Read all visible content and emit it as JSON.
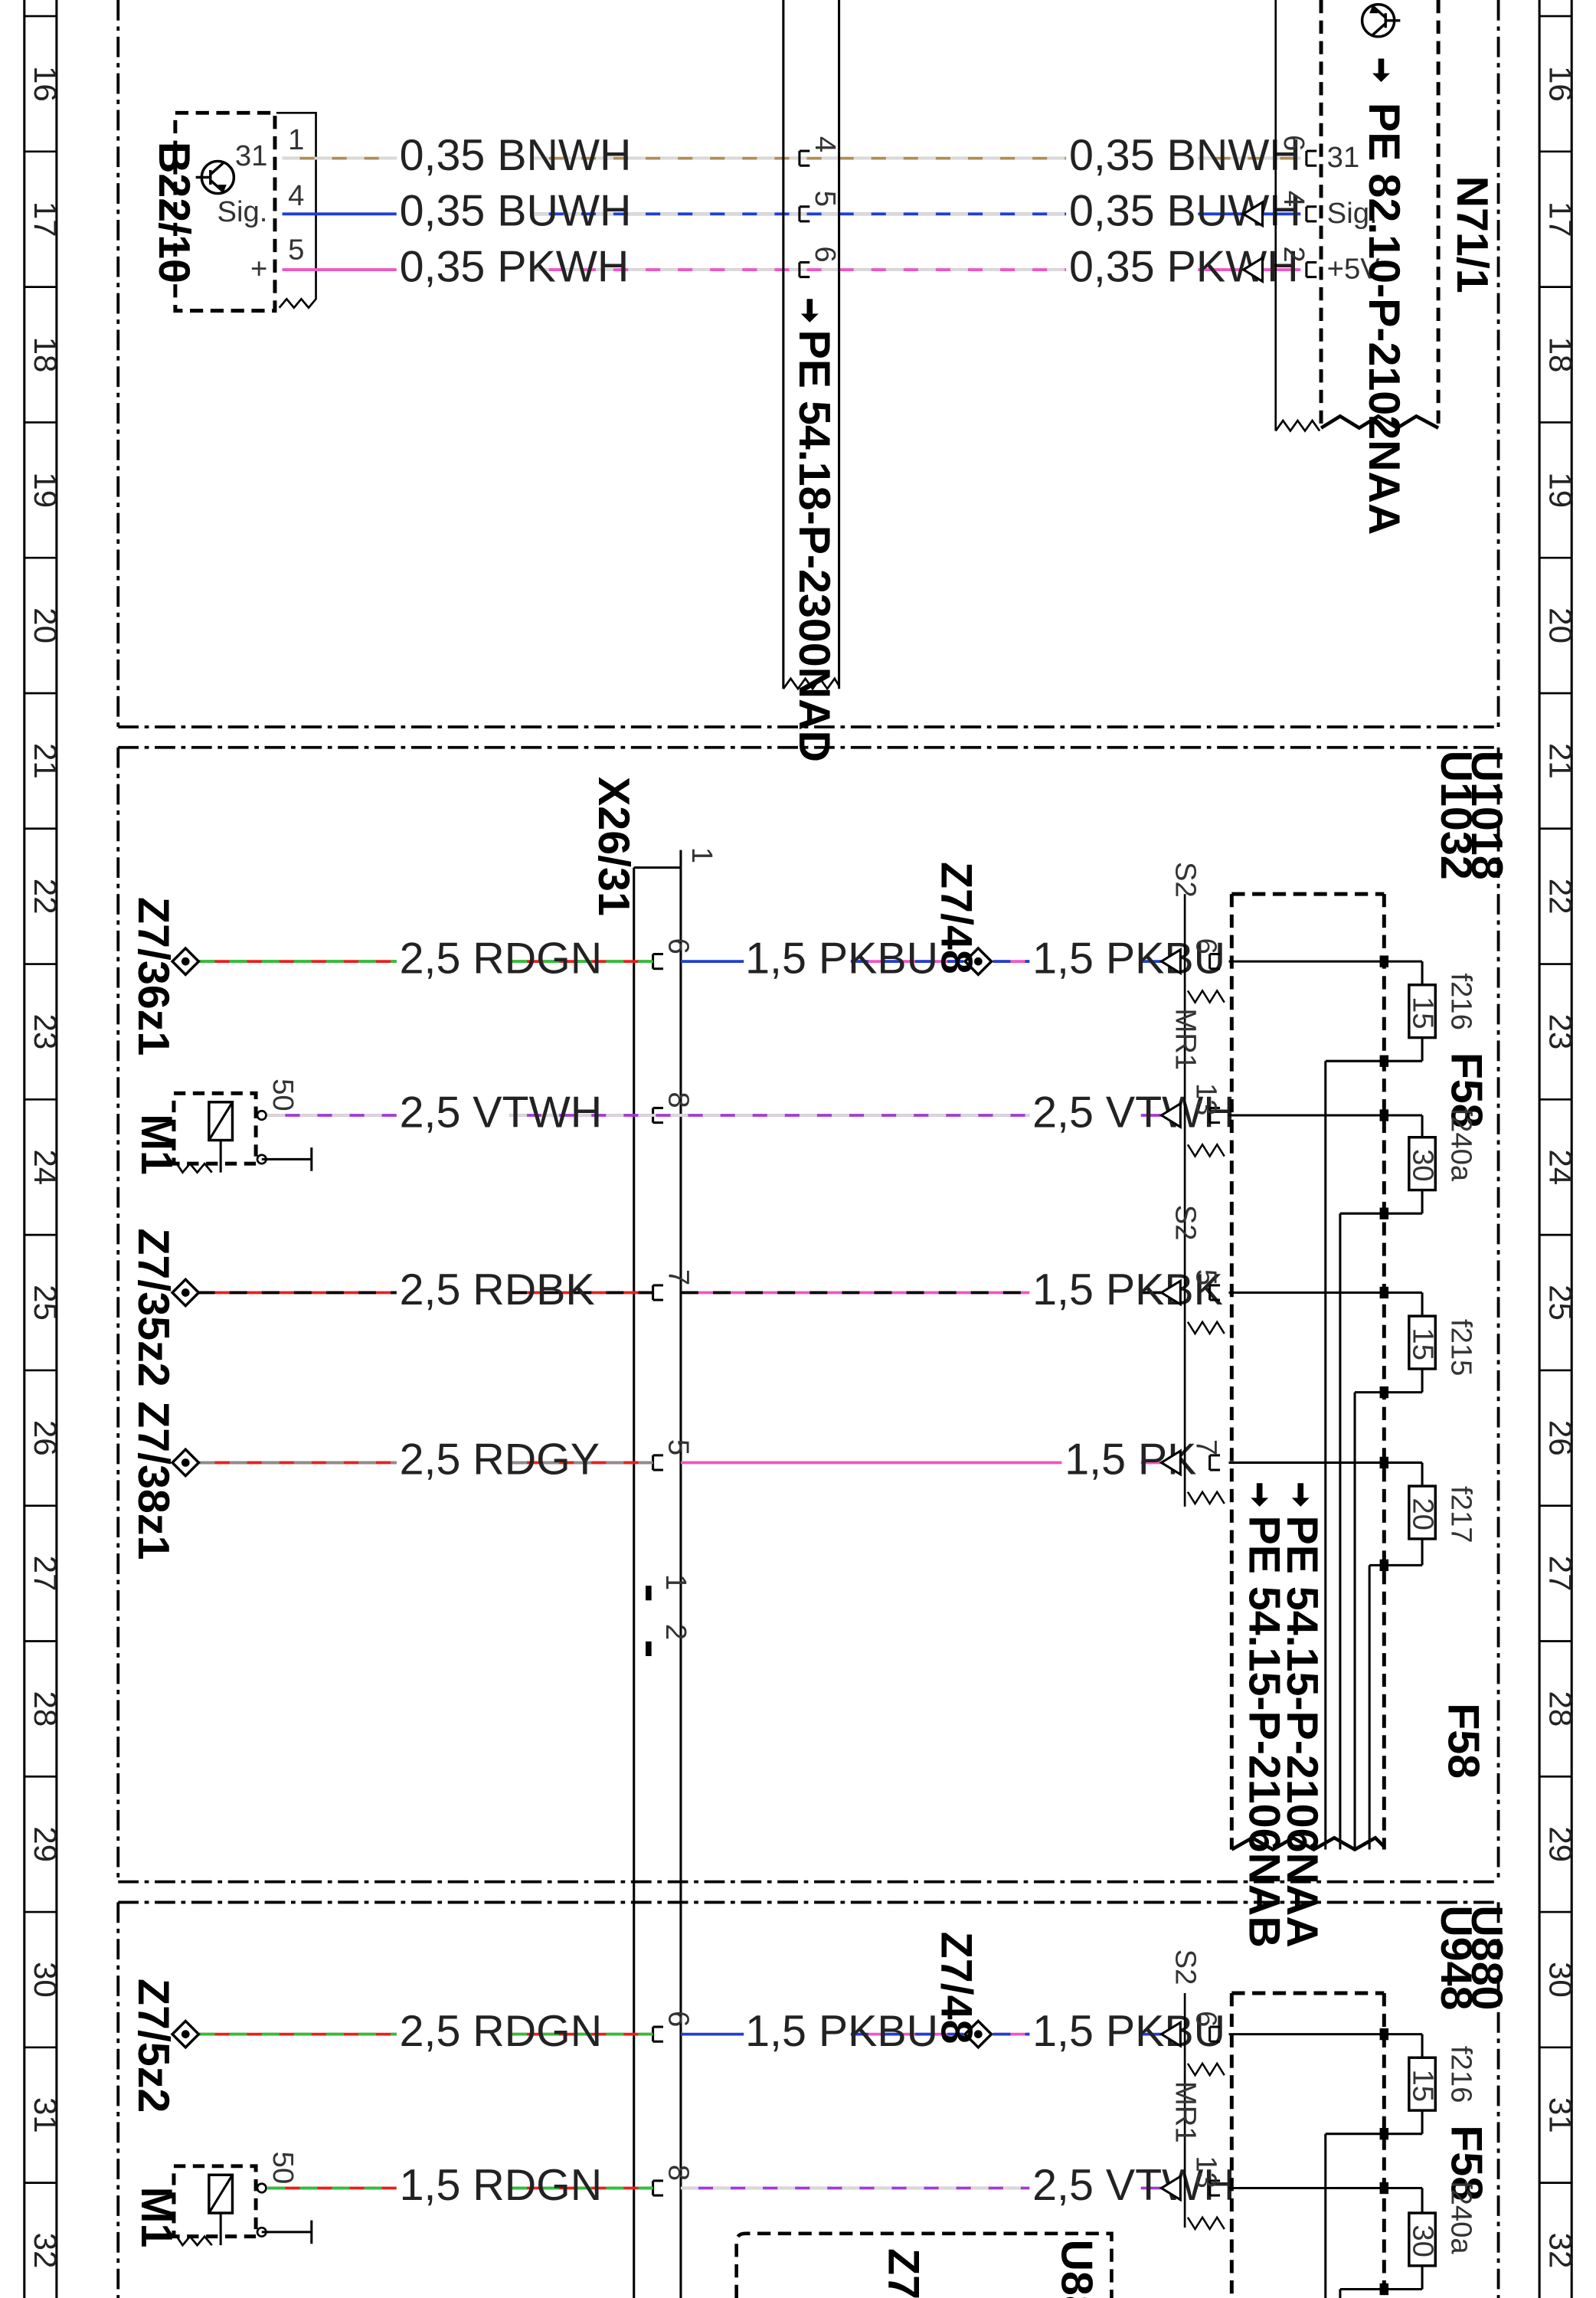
{
  "ruler": [
    "16",
    "17",
    "18",
    "19",
    "20",
    "21",
    "22",
    "23",
    "24",
    "25",
    "26",
    "27",
    "28",
    "29",
    "30",
    "31",
    "32"
  ],
  "components": {
    "b22_10": "B22/10",
    "n71_1": "N71/1",
    "n71_ref": "PE 82.10-P-2102NAA",
    "harness_ref": "PE 54.18-P-2300NAD",
    "x26_31": "X26/31",
    "u1018": "U1018",
    "u1032": "U1032",
    "u880": "U880",
    "u948": "U948",
    "z7_48": "Z7/48",
    "z7_36z1": "Z7/36z1",
    "z7_35z2": "Z7/35z2",
    "z7_38z1": "Z7/38z1",
    "z7_5z2": "Z7/5z2",
    "m1": "M1",
    "f58": "F58",
    "f58_bottom": "F58",
    "f58_ref_a": "PE 54.15-P-2106NAA",
    "f58_ref_b": "PE 54.15-P-2106NAB",
    "u88_partial": "U88",
    "z7_partial": "Z7"
  },
  "fuses": {
    "f216": "f216",
    "f216_rating": "15",
    "f240a": "f240a",
    "f240a_rating": "30",
    "f215": "f215",
    "f215_rating": "15",
    "f217": "f217",
    "f217_rating": "20",
    "f216_b": "f216",
    "f216_b_rating": "15",
    "f240a_b": "f240a",
    "f240a_b_rating": "30"
  },
  "pins": {
    "b22_31": "31",
    "b22_sig": "Sig.",
    "b22_plus": "+",
    "b22_p1": "1",
    "b22_p4": "4",
    "b22_p5": "5",
    "h_p4": "4",
    "h_p5": "5",
    "h_p6": "6",
    "n71_p6": "6",
    "n71_p4": "4",
    "n71_p2": "2",
    "n71_31": "31",
    "n71_sig": "Sig.",
    "n71_5v": "+5V",
    "x26_1": "1",
    "x26_6": "6",
    "x26_8": "8",
    "x26_7": "7",
    "x26_5": "5",
    "x26_b1": "1",
    "x26_b2": "2",
    "x26_l6": "6",
    "x26_l8": "8",
    "f58_6": "6",
    "f58_13": "13",
    "f58_5": "5",
    "f58_7": "7",
    "f58_s2a": "S2",
    "f58_mr1": "MR1",
    "f58_s2b": "S2",
    "f58l_6": "6",
    "f58l_13": "13",
    "f58l_s2": "S2",
    "f58l_mr1": "MR1",
    "m1_50": "50",
    "m1l_50": "50"
  },
  "wires": {
    "w1_left": "0,35 BNWH",
    "w1_right": "0,35 BNWH",
    "w2_left": "0,35 BUWH",
    "w2_right": "0,35 BUWH",
    "w3_left": "0,35 PKWH",
    "w3_right": "0,35 PKWH",
    "w4_left": "2,5 RDGN",
    "w4_mid": "1,5 PKBU",
    "w4_right": "1,5 PKBU",
    "w5_left": "2,5 VTWH",
    "w5_right": "2,5 VTWH",
    "w6_left": "2,5 RDBK",
    "w6_right": "1,5 PKBK",
    "w7_left": "2,5 RDGY",
    "w7_right": "1,5 PK",
    "w8_left": "2,5 RDGN",
    "w8_mid": "1,5 PKBU",
    "w8_right": "1,5 PKBU",
    "w9_left": "1,5 RDGN",
    "w9_right": "2,5 VTWH"
  },
  "colors": {
    "BN": "#b08d57",
    "WH": "#d9d9d9",
    "BU": "#1f3fd1",
    "PK": "#ef56c3",
    "RD": "#e8201c",
    "GN": "#2ac23a",
    "VT": "#a33ad0",
    "BK": "#000000",
    "GY": "#8c8c8c",
    "line": "#000000"
  }
}
